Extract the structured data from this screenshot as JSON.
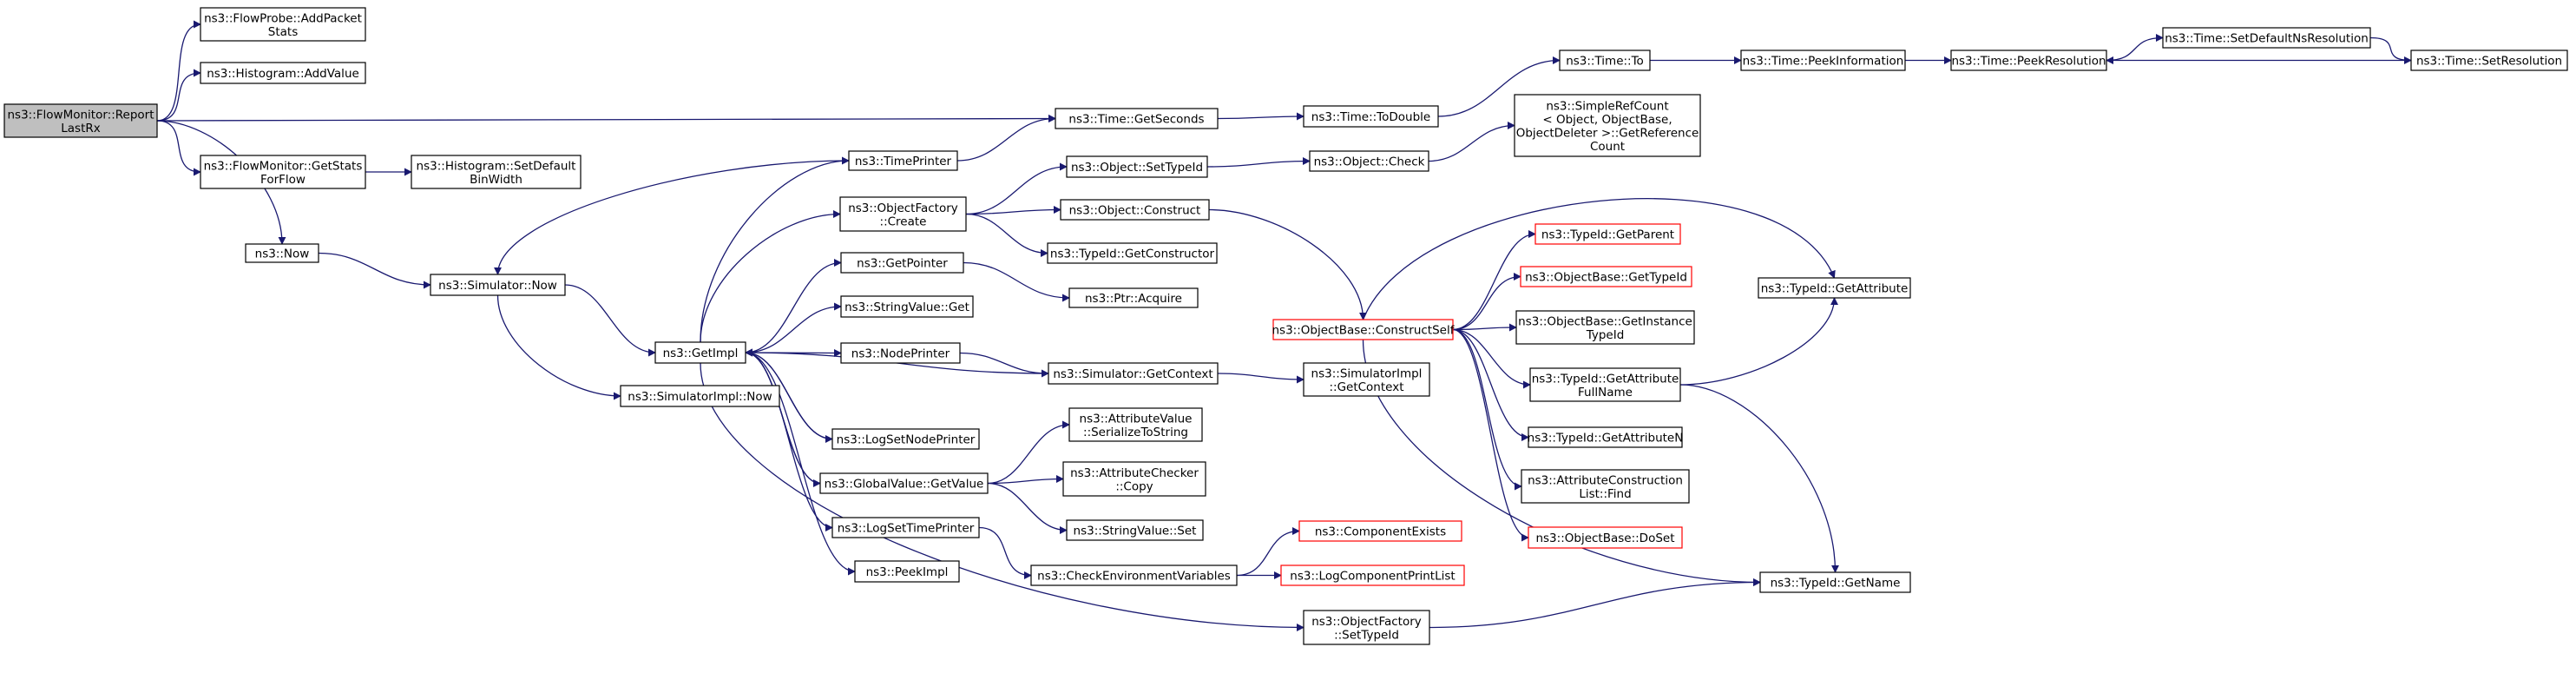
{
  "colors": {
    "edge": "#191970",
    "root_fill": "#bfbfbf",
    "box_border": "#000000",
    "truncated_border": "#ff0000"
  },
  "nodes": {
    "root": [
      "ns3::FlowMonitor::Report",
      "LastRx"
    ],
    "probe_add": [
      "ns3::FlowProbe::AddPacket",
      "Stats"
    ],
    "hist_addvalue": [
      "ns3::Histogram::AddValue"
    ],
    "fm_getstats": [
      "ns3::FlowMonitor::GetStats",
      "ForFlow"
    ],
    "hist_setbin": [
      "ns3::Histogram::SetDefault",
      "BinWidth"
    ],
    "now": [
      "ns3::Now"
    ],
    "sim_now": [
      "ns3::Simulator::Now"
    ],
    "getimpl": [
      "ns3::GetImpl"
    ],
    "simimpl_now": [
      "ns3::SimulatorImpl::Now"
    ],
    "timeprinter": [
      "ns3::TimePrinter"
    ],
    "of_create": [
      "ns3::ObjectFactory",
      "::Create"
    ],
    "getpointer": [
      "ns3::GetPointer"
    ],
    "strval_get": [
      "ns3::StringValue::Get"
    ],
    "nodeprinter": [
      "ns3::NodePrinter"
    ],
    "logsetnode": [
      "ns3::LogSetNodePrinter"
    ],
    "gv_getvalue": [
      "ns3::GlobalValue::GetValue"
    ],
    "logsettime": [
      "ns3::LogSetTimePrinter"
    ],
    "peekimpl": [
      "ns3::PeekImpl"
    ],
    "time_getsec": [
      "ns3::Time::GetSeconds"
    ],
    "obj_settypeid": [
      "ns3::Object::SetTypeId"
    ],
    "obj_construct": [
      "ns3::Object::Construct"
    ],
    "typeid_getctor": [
      "ns3::TypeId::GetConstructor"
    ],
    "ptr_acquire": [
      "ns3::Ptr::Acquire"
    ],
    "sim_getctx": [
      "ns3::Simulator::GetContext"
    ],
    "attr_serialize": [
      "ns3::AttributeValue",
      "::SerializeToString"
    ],
    "attrchk_copy": [
      "ns3::AttributeChecker",
      "::Copy"
    ],
    "strval_set": [
      "ns3::StringValue::Set"
    ],
    "checkenv": [
      "ns3::CheckEnvironmentVariables"
    ],
    "time_todouble": [
      "ns3::Time::ToDouble"
    ],
    "obj_check": [
      "ns3::Object::Check"
    ],
    "simimpl_getctx": [
      "ns3::SimulatorImpl",
      "::GetContext"
    ],
    "of_settypeid": [
      "ns3::ObjectFactory",
      "::SetTypeId"
    ],
    "ob_constructself": [
      "ns3::ObjectBase::ConstructSelf"
    ],
    "compexists": [
      "ns3::ComponentExists"
    ],
    "logcompprint": [
      "ns3::LogComponentPrintList"
    ],
    "time_to": [
      "ns3::Time::To"
    ],
    "srcount": [
      "ns3::SimpleRefCount",
      "< Object, ObjectBase,",
      " ObjectDeleter >::GetReference",
      "Count"
    ],
    "tid_getparent": [
      "ns3::TypeId::GetParent"
    ],
    "ob_gettypeid": [
      "ns3::ObjectBase::GetTypeId"
    ],
    "ob_getinst": [
      "ns3::ObjectBase::GetInstance",
      "TypeId"
    ],
    "tid_getattrfull": [
      "ns3::TypeId::GetAttribute",
      "FullName"
    ],
    "tid_getattrn": [
      "ns3::TypeId::GetAttributeN"
    ],
    "acl_find": [
      "ns3::AttributeConstruction",
      "List::Find"
    ],
    "ob_doset": [
      "ns3::ObjectBase::DoSet"
    ],
    "time_peekinfo": [
      "ns3::Time::PeekInformation"
    ],
    "tid_getattr": [
      "ns3::TypeId::GetAttribute"
    ],
    "tid_getname": [
      "ns3::TypeId::GetName"
    ],
    "time_peekres": [
      "ns3::Time::PeekResolution"
    ],
    "time_setdefns": [
      "ns3::Time::SetDefaultNsResolution"
    ],
    "time_setres": [
      "ns3::Time::SetResolution"
    ]
  }
}
